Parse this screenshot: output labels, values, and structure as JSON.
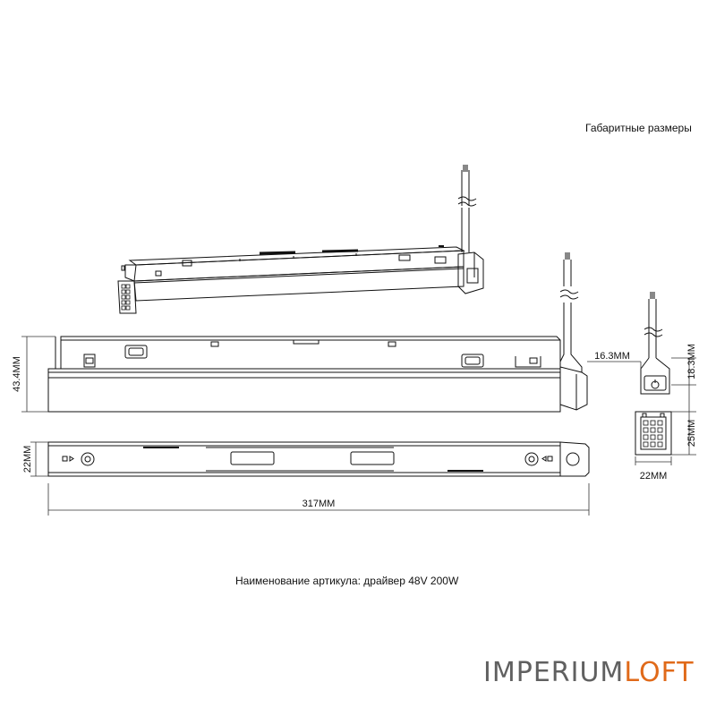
{
  "header": {
    "title": "Габаритные размеры"
  },
  "dimensions": {
    "height_front": "43.4MM",
    "height_top": "22MM",
    "length": "317MM",
    "connector_offset": "16.3MM",
    "end_top_height": "18.3MM",
    "end_body_height": "25MM",
    "end_width": "22MM"
  },
  "caption": {
    "article_name": "Наименование артикула: драйвер 48V 200W"
  },
  "brand": {
    "part1": "IMPERIUM",
    "part2": "LOFT",
    "color_part1": "#606060",
    "color_part2": "#e06a1a"
  }
}
